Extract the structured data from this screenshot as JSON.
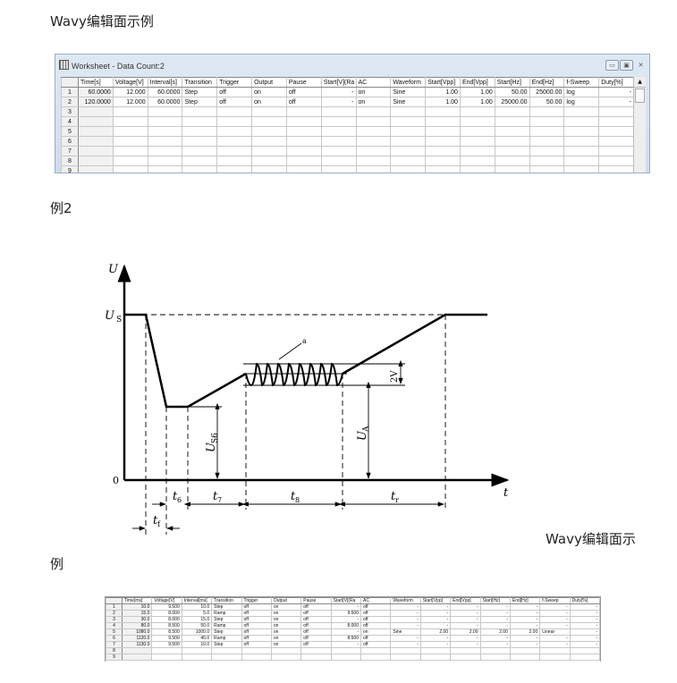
{
  "heading1": "Wavy编辑面示例",
  "heading2": "例2",
  "heading3a": "Wavy编辑面示",
  "heading3b": "例",
  "window": {
    "title": "Worksheet - Data Count:2",
    "min": "▭",
    "max": "▣",
    "close": "✕",
    "scroll_up": "▲"
  },
  "table1": {
    "columns": [
      "Time[s]",
      "Voltage[V]",
      "Interval[s]",
      "Transition",
      "Trigger",
      "Output",
      "Pause",
      "Start[V](Ra",
      "AC",
      "Waveform",
      "Start[Vpp]",
      "End[Vpp]",
      "Start[Hz]",
      "End[Hz]",
      "f-Sweep",
      "Duty[%]"
    ],
    "row_numbers": [
      "1",
      "2",
      "3",
      "4",
      "5",
      "6",
      "7",
      "8",
      "9"
    ],
    "rows": [
      [
        "60.0000",
        "12.000",
        "60.0000",
        "Step",
        "off",
        "on",
        "off",
        "-",
        "on",
        "Sine",
        "1.00",
        "1.00",
        "50.00",
        "25000.00",
        "log",
        "-"
      ],
      [
        "120.0000",
        "12.000",
        "60.0000",
        "Step",
        "off",
        "on",
        "off",
        "-",
        "on",
        "Sine",
        "1.00",
        "1.00",
        "25000.00",
        "50.00",
        "log",
        "-"
      ]
    ]
  },
  "diagram": {
    "y_axis": "U",
    "x_axis": "t",
    "us": "U",
    "us_sub": "S",
    "zero": "0",
    "a": "a",
    "two_v": "2V",
    "us6": "U",
    "us6_sub": "S6",
    "ua": "U",
    "ua_sub": "A",
    "t6": "t",
    "t6_sub": "6",
    "t7": "t",
    "t7_sub": "7",
    "t8": "t",
    "t8_sub": "8",
    "tr": "t",
    "tr_sub": "r",
    "tf": "t",
    "tf_sub": "f"
  },
  "table2": {
    "columns": [
      "Time[ms]",
      "Voltage[V]",
      "Interval[ms]",
      "Transition",
      "Trigger",
      "Output",
      "Pause",
      "Start[V](Ra",
      "AC",
      "Waveform",
      "Start[Vpp]",
      "End[Vpp]",
      "Start[Hz]",
      "End[Hz]",
      "f-Sweep",
      "Duty[%]"
    ],
    "row_numbers": [
      "1",
      "2",
      "3",
      "4",
      "5",
      "6",
      "7",
      "8",
      "9"
    ],
    "rows": [
      [
        "10.0",
        "9.500",
        "10.0",
        "Step",
        "off",
        "on",
        "off",
        "-",
        "off",
        "-",
        "-",
        "-",
        "-",
        "-",
        "-",
        "-"
      ],
      [
        "15.0",
        "8.000",
        "5.0",
        "Ramp",
        "off",
        "on",
        "off",
        "9.500",
        "off",
        "-",
        "-",
        "-",
        "-",
        "-",
        "-",
        "-"
      ],
      [
        "30.0",
        "8.000",
        "15.0",
        "Step",
        "off",
        "on",
        "off",
        "-",
        "off",
        "-",
        "-",
        "-",
        "-",
        "-",
        "-",
        "-"
      ],
      [
        "80.0",
        "8.500",
        "50.0",
        "Ramp",
        "off",
        "on",
        "off",
        "8.000",
        "off",
        "-",
        "-",
        "-",
        "-",
        "-",
        "-",
        "-"
      ],
      [
        "1080.0",
        "8.500",
        "1000.0",
        "Step",
        "off",
        "on",
        "off",
        "-",
        "on",
        "Sine",
        "2.00",
        "2.00",
        "2.00",
        "2.00",
        "Linear",
        "-"
      ],
      [
        "1120.0",
        "9.500",
        "40.0",
        "Ramp",
        "off",
        "on",
        "off",
        "8.500",
        "off",
        "-",
        "-",
        "-",
        "-",
        "-",
        "-",
        "-"
      ],
      [
        "1130.0",
        "9.500",
        "10.0",
        "Step",
        "off",
        "on",
        "off",
        "-",
        "off",
        "-",
        "-",
        "-",
        "-",
        "-",
        "-",
        "-"
      ]
    ]
  }
}
